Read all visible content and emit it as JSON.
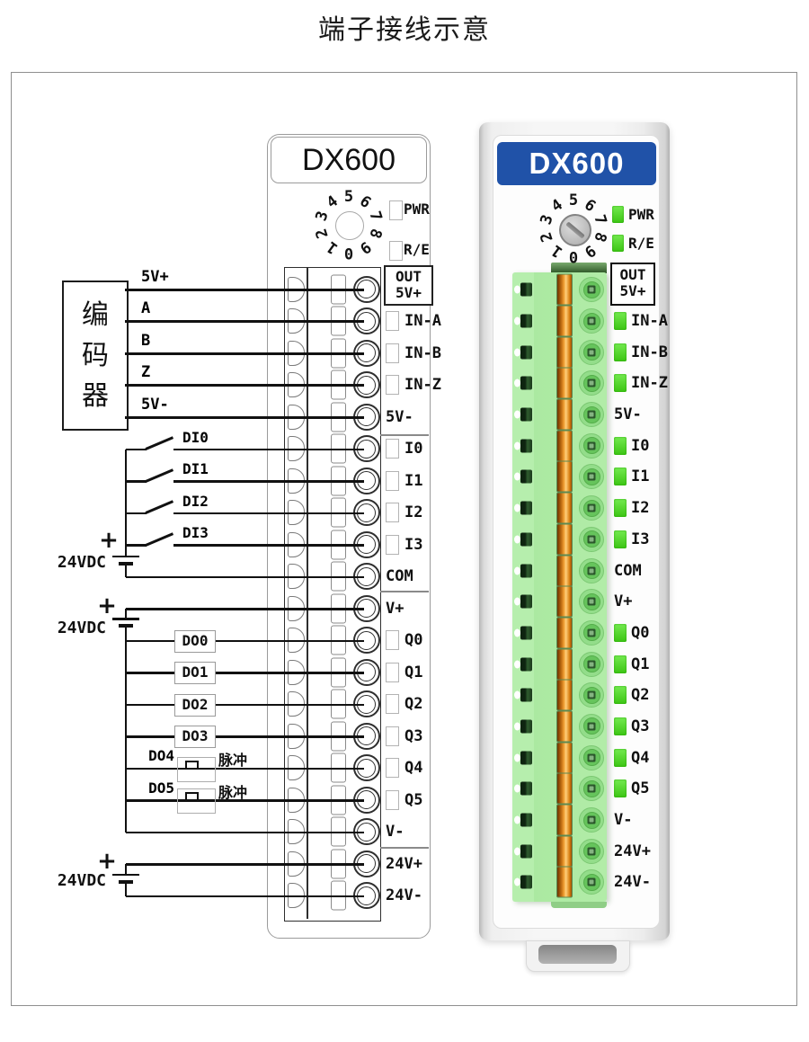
{
  "title": "端子接线示意",
  "module_name": "DX600",
  "status_leds": {
    "pwr": "PWR",
    "re": "R/E"
  },
  "rotary_digits": [
    "5",
    "6",
    "7",
    "8",
    "9",
    "0",
    "1",
    "2",
    "3",
    "4"
  ],
  "out_box": {
    "line1": "OUT",
    "line2": "5V+"
  },
  "terminals": [
    {
      "label": "",
      "led": false
    },
    {
      "label": "IN-A",
      "led": true
    },
    {
      "label": "IN-B",
      "led": true
    },
    {
      "label": "IN-Z",
      "led": true
    },
    {
      "label": "5V-",
      "led": false
    },
    {
      "label": "I0",
      "led": true
    },
    {
      "label": "I1",
      "led": true
    },
    {
      "label": "I2",
      "led": true
    },
    {
      "label": "I3",
      "led": true
    },
    {
      "label": "COM",
      "led": false
    },
    {
      "label": "V+",
      "led": false
    },
    {
      "label": "Q0",
      "led": true
    },
    {
      "label": "Q1",
      "led": true
    },
    {
      "label": "Q2",
      "led": true
    },
    {
      "label": "Q3",
      "led": true
    },
    {
      "label": "Q4",
      "led": true
    },
    {
      "label": "Q5",
      "led": true
    },
    {
      "label": "V-",
      "led": false
    },
    {
      "label": "24V+",
      "led": false
    },
    {
      "label": "24V-",
      "led": false
    }
  ],
  "wiring": {
    "encoder": {
      "name": "编码器",
      "signals": [
        "5V+",
        "A",
        "B",
        "Z",
        "5V-"
      ]
    },
    "di": {
      "channels": [
        "DI0",
        "DI1",
        "DI2",
        "DI3"
      ]
    },
    "do_loads": [
      "DO0",
      "DO1",
      "DO2",
      "DO3"
    ],
    "pulse_outputs": [
      {
        "label": "DO4",
        "note": "脉冲"
      },
      {
        "label": "DO5",
        "note": "脉冲"
      }
    ],
    "supply_label": "24VDC",
    "plus": "+"
  },
  "colors": {
    "brand_blue": "#2052a8",
    "led_green": "#49d723",
    "terminal_green": "#abe9a1",
    "contact_copper": "#e2902b"
  }
}
